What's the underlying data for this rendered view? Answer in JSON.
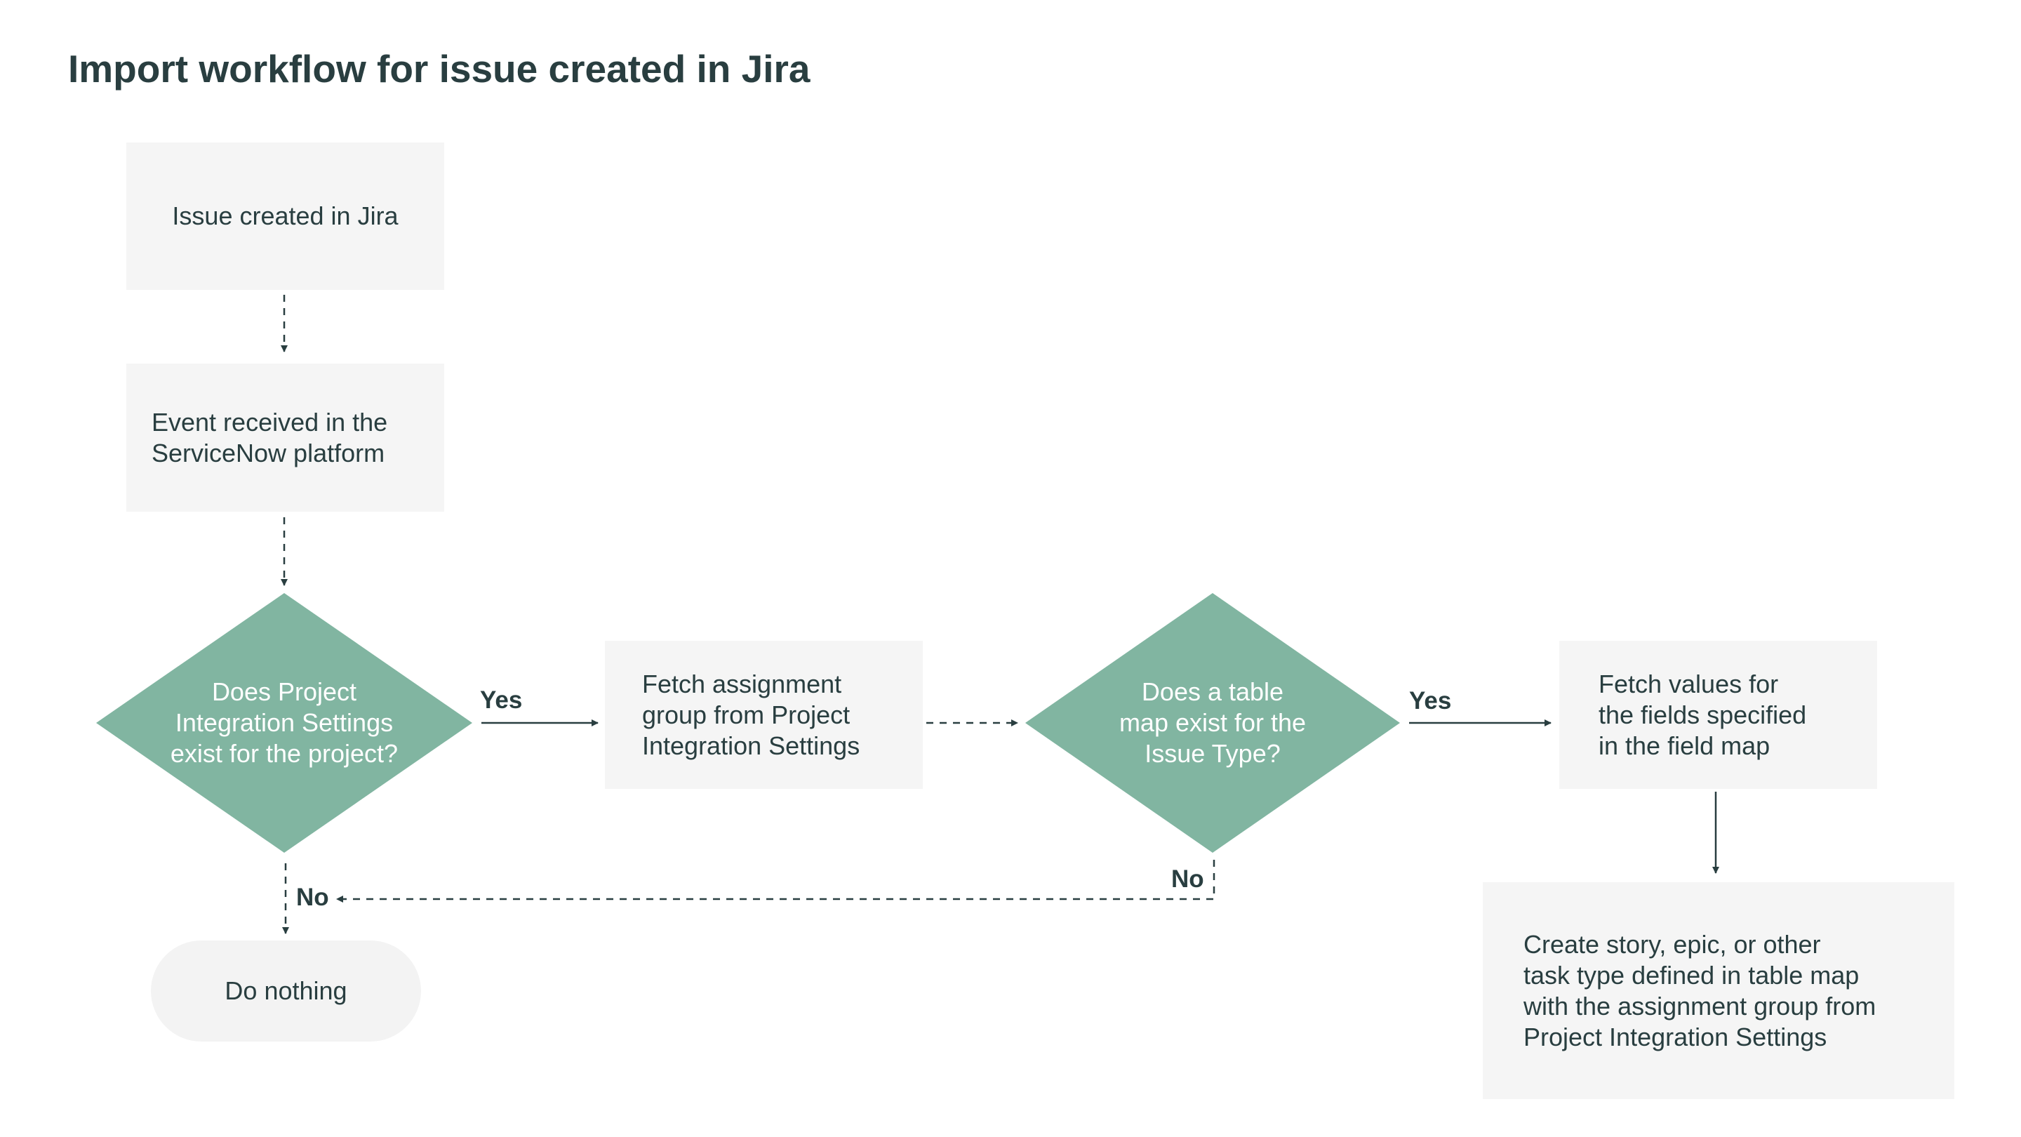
{
  "title": "Import workflow for issue created in Jira",
  "nodes": {
    "issue_created": "Issue created in Jira",
    "event_received": "Event received in the\nServiceNow platform",
    "decision_pis": "Does Project\nIntegration Settings\nexist for the project?",
    "fetch_assignment": "Fetch assignment\ngroup from Project\nIntegration Settings",
    "decision_table_map": "Does a table\nmap exist for the\nIssue Type?",
    "fetch_values": "Fetch values for\nthe fields specified\nin the field map",
    "create_story": "Create story, epic, or other\ntask type defined in table map\nwith the assignment group from\nProject Integration Settings",
    "do_nothing": "Do nothing"
  },
  "labels": {
    "yes_1": "Yes",
    "yes_2": "Yes",
    "no_1": "No",
    "no_2": "No"
  },
  "colors": {
    "title": "#293e40",
    "box_fill": "#f5f5f5",
    "diamond_fill": "#81b5a1",
    "line": "#293e40"
  }
}
